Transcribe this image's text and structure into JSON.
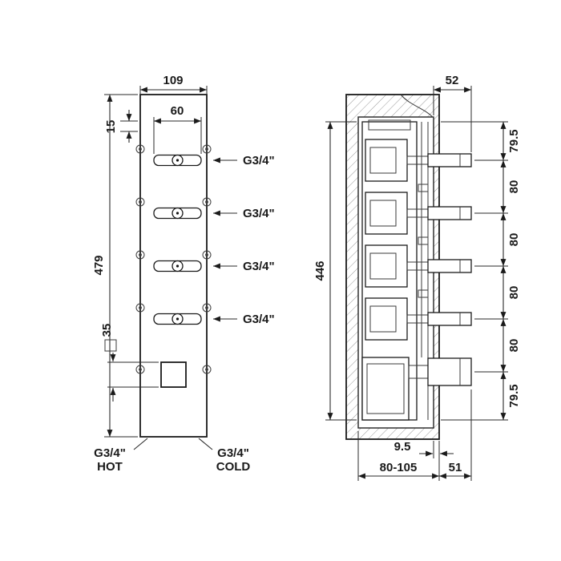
{
  "drawing": {
    "colors": {
      "ink": "#1a1a1a",
      "background": "#ffffff",
      "hatch": "#9a9a9a"
    },
    "front_view": {
      "width": "109",
      "handle_width": "60",
      "top_offset": "15",
      "height": "479",
      "square_size": "35",
      "ports": [
        "G3/4\"",
        "G3/4\"",
        "G3/4\"",
        "G3/4\""
      ],
      "hot": {
        "line1": "G3/4\"",
        "line2": "HOT"
      },
      "cold": {
        "line1": "G3/4\"",
        "line2": "COLD"
      }
    },
    "side_view": {
      "top_depth": "52",
      "height": "446",
      "spacings": [
        "79.5",
        "80",
        "80",
        "80",
        "80",
        "79.5"
      ],
      "plate_gap": "9.5",
      "depth_range": "80-105",
      "protrusion": "51"
    }
  }
}
